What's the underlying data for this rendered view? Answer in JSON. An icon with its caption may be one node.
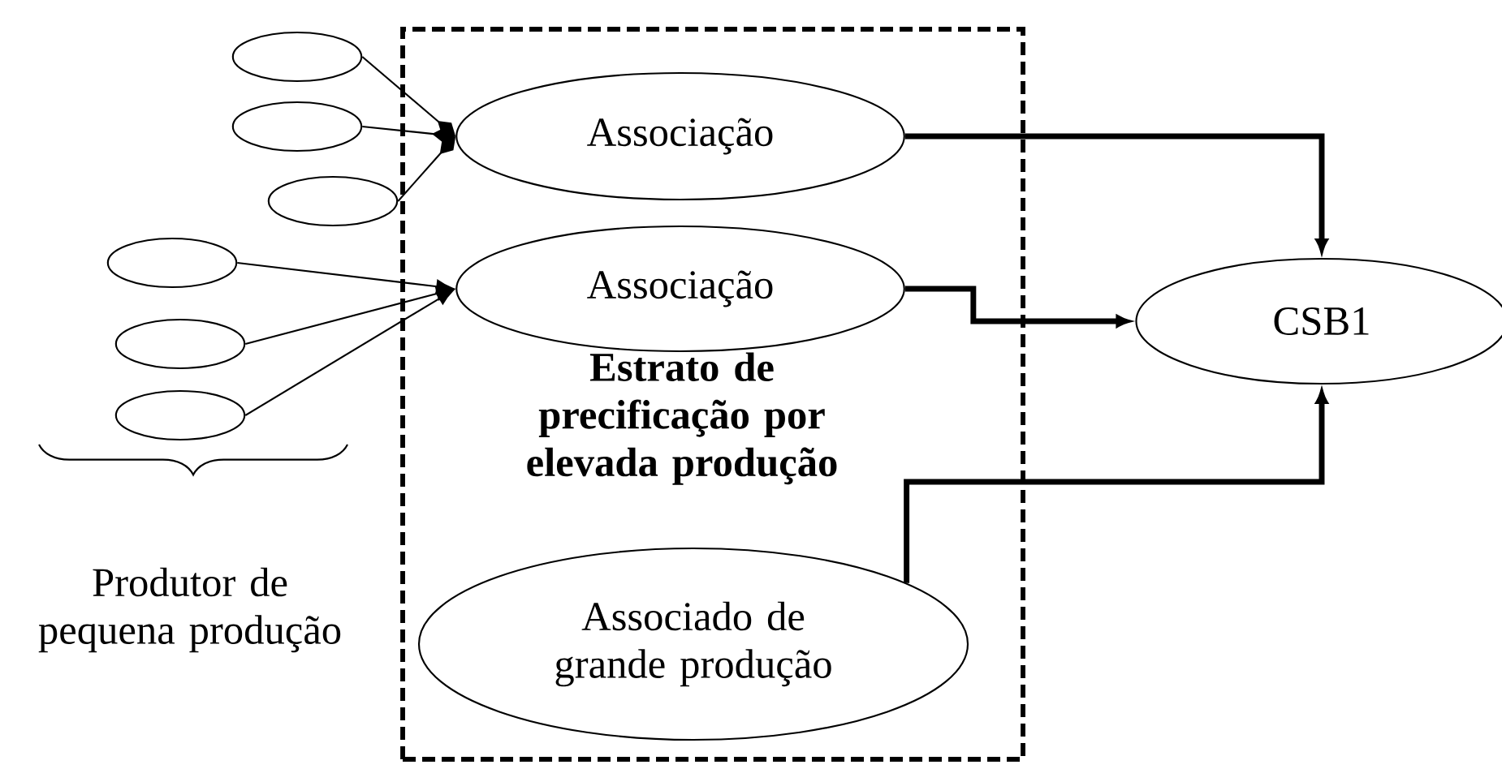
{
  "diagram": {
    "nodes": [
      {
        "text": [],
        "shape": "circle"
      },
      {
        "text": [],
        "shape": "circle"
      },
      {
        "text": [],
        "shape": "circle"
      },
      {
        "text": [
          "Estrato de precificação por elevada produção"
        ]
      },
      {
        "text": [
          "Associação"
        ],
        "in": 3
      },
      {
        "text": [
          "Associação"
        ],
        "in": 3
      },
      {
        "text": [
          "Associado de grande produção"
        ],
        "in": 3
      },
      {
        "text": [],
        "shape": "circle"
      },
      {
        "text": [],
        "shape": "circle"
      },
      {
        "text": [],
        "shape": "circle"
      },
      {
        "text": [
          "CSB1"
        ]
      }
    ],
    "edges": [
      {
        "from": 0,
        "to": 4,
        "arrow": "other"
      },
      {
        "from": 1,
        "to": 4,
        "arrow": "other"
      },
      {
        "from": 2,
        "to": 4,
        "arrow": "other"
      },
      {
        "from": 7,
        "to": 5,
        "arrow": "to"
      },
      {
        "from": 8,
        "to": 5,
        "arrow": "to"
      },
      {
        "from": 9,
        "to": 5,
        "arrow": "to"
      },
      {
        "from": 4,
        "to": 10,
        "arrow": "to",
        "style": "thick"
      },
      {
        "from": 5,
        "to": 10,
        "arrow": "to",
        "style": "thick"
      },
      {
        "from": 6,
        "to": 10,
        "arrow": "to",
        "style": "thick"
      }
    ],
    "labels": [
      "Produtor de pequena produção"
    ]
  }
}
